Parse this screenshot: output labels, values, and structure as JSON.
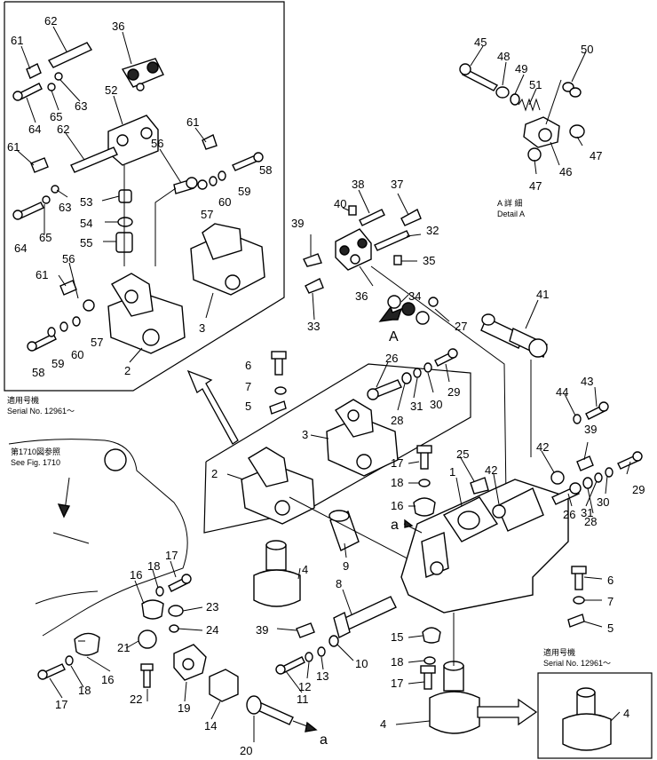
{
  "notes": {
    "serial_top_jp": "適用号機",
    "serial_top_en": "Serial No. 12961～",
    "see_fig_jp": "第1710図参照",
    "see_fig_en": "See Fig. 1710",
    "detail_a_jp": "A 詳 細",
    "detail_a_en": "Detail A",
    "serial_bottom_jp": "適用号機",
    "serial_bottom_en": "Serial No. 12961～",
    "view_letter": "A",
    "ref_a_1": "a",
    "ref_a_2": "a"
  },
  "callouts": [
    {
      "id": "c62a",
      "text": "62"
    },
    {
      "id": "c36a",
      "text": "36"
    },
    {
      "id": "c61a",
      "text": "61"
    },
    {
      "id": "c63a",
      "text": "63"
    },
    {
      "id": "c65a",
      "text": "65"
    },
    {
      "id": "c64a",
      "text": "64"
    },
    {
      "id": "c52",
      "text": "52"
    },
    {
      "id": "c61b",
      "text": "61"
    },
    {
      "id": "c62b",
      "text": "62"
    },
    {
      "id": "c56a",
      "text": "56"
    },
    {
      "id": "c61c",
      "text": "61"
    },
    {
      "id": "c58a",
      "text": "58"
    },
    {
      "id": "c59a",
      "text": "59"
    },
    {
      "id": "c60a",
      "text": "60"
    },
    {
      "id": "c57a",
      "text": "57"
    },
    {
      "id": "c63b",
      "text": "63"
    },
    {
      "id": "c53",
      "text": "53"
    },
    {
      "id": "c64b",
      "text": "64"
    },
    {
      "id": "c65b",
      "text": "65"
    },
    {
      "id": "c54",
      "text": "54"
    },
    {
      "id": "c55",
      "text": "55"
    },
    {
      "id": "c61d",
      "text": "61"
    },
    {
      "id": "c56b",
      "text": "56"
    },
    {
      "id": "c3a",
      "text": "3"
    },
    {
      "id": "c58b",
      "text": "58"
    },
    {
      "id": "c59b",
      "text": "59"
    },
    {
      "id": "c60b",
      "text": "60"
    },
    {
      "id": "c57b",
      "text": "57"
    },
    {
      "id": "c2a",
      "text": "2"
    },
    {
      "id": "c45",
      "text": "45"
    },
    {
      "id": "c48",
      "text": "48"
    },
    {
      "id": "c49",
      "text": "49"
    },
    {
      "id": "c50",
      "text": "50"
    },
    {
      "id": "c51",
      "text": "51"
    },
    {
      "id": "c47a",
      "text": "47"
    },
    {
      "id": "c46",
      "text": "46"
    },
    {
      "id": "c47b",
      "text": "47"
    },
    {
      "id": "c40",
      "text": "40"
    },
    {
      "id": "c38",
      "text": "38"
    },
    {
      "id": "c37",
      "text": "37"
    },
    {
      "id": "c39a",
      "text": "39"
    },
    {
      "id": "c32",
      "text": "32"
    },
    {
      "id": "c35",
      "text": "35"
    },
    {
      "id": "c36b",
      "text": "36"
    },
    {
      "id": "c34",
      "text": "34"
    },
    {
      "id": "c33",
      "text": "33"
    },
    {
      "id": "c27",
      "text": "27"
    },
    {
      "id": "c41",
      "text": "41"
    },
    {
      "id": "c6a",
      "text": "6"
    },
    {
      "id": "c7a",
      "text": "7"
    },
    {
      "id": "c5a",
      "text": "5"
    },
    {
      "id": "c26a",
      "text": "26"
    },
    {
      "id": "c31a",
      "text": "31"
    },
    {
      "id": "c29a",
      "text": "29"
    },
    {
      "id": "c28a",
      "text": "28"
    },
    {
      "id": "c30a",
      "text": "30"
    },
    {
      "id": "c3b",
      "text": "3"
    },
    {
      "id": "c44",
      "text": "44"
    },
    {
      "id": "c43",
      "text": "43"
    },
    {
      "id": "c2b",
      "text": "2"
    },
    {
      "id": "c17a",
      "text": "17"
    },
    {
      "id": "c25",
      "text": "25"
    },
    {
      "id": "c1",
      "text": "1"
    },
    {
      "id": "c42a",
      "text": "42"
    },
    {
      "id": "c42b",
      "text": "42"
    },
    {
      "id": "c39b",
      "text": "39"
    },
    {
      "id": "c29b",
      "text": "29"
    },
    {
      "id": "c18a",
      "text": "18"
    },
    {
      "id": "c16a",
      "text": "16"
    },
    {
      "id": "c30b",
      "text": "30"
    },
    {
      "id": "c31b",
      "text": "31"
    },
    {
      "id": "c26b",
      "text": "26"
    },
    {
      "id": "c28b",
      "text": "28"
    },
    {
      "id": "c9",
      "text": "9"
    },
    {
      "id": "c4a",
      "text": "4"
    },
    {
      "id": "c6b",
      "text": "6"
    },
    {
      "id": "c7b",
      "text": "7"
    },
    {
      "id": "c17b",
      "text": "17"
    },
    {
      "id": "c18b",
      "text": "18"
    },
    {
      "id": "c16b",
      "text": "16"
    },
    {
      "id": "c23",
      "text": "23"
    },
    {
      "id": "c8",
      "text": "8"
    },
    {
      "id": "c5b",
      "text": "5"
    },
    {
      "id": "c24",
      "text": "24"
    },
    {
      "id": "c39c",
      "text": "39"
    },
    {
      "id": "c15",
      "text": "15"
    },
    {
      "id": "c10",
      "text": "10"
    },
    {
      "id": "c21",
      "text": "21"
    },
    {
      "id": "c13",
      "text": "13"
    },
    {
      "id": "c18c",
      "text": "18"
    },
    {
      "id": "c16c",
      "text": "16"
    },
    {
      "id": "c12",
      "text": "12"
    },
    {
      "id": "c18d",
      "text": "18"
    },
    {
      "id": "c17c",
      "text": "17"
    },
    {
      "id": "c22",
      "text": "22"
    },
    {
      "id": "c11",
      "text": "11"
    },
    {
      "id": "c17d",
      "text": "17"
    },
    {
      "id": "c19",
      "text": "19"
    },
    {
      "id": "c14",
      "text": "14"
    },
    {
      "id": "c4b",
      "text": "4"
    },
    {
      "id": "c4c",
      "text": "4"
    },
    {
      "id": "c20",
      "text": "20"
    }
  ]
}
